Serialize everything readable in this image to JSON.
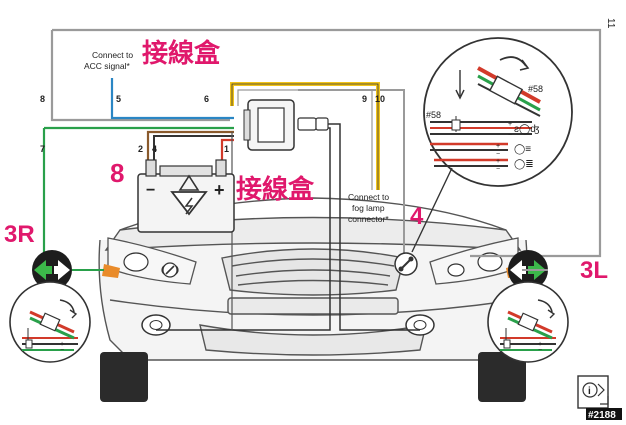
{
  "page": {
    "number": "11",
    "diagram_id": "#2188"
  },
  "labels": {
    "acc": [
      "Connect to",
      "ACC signal*"
    ],
    "fog": [
      "Connect to",
      "fog lamp",
      "connector*"
    ],
    "junction_top": "接線盒",
    "junction_battery": "接線盒"
  },
  "wires": {
    "w1": "1",
    "w2": "2",
    "w4": "4",
    "w5": "5",
    "w6": "6",
    "w7": "7",
    "w8": "8",
    "w9": "9",
    "w10": "10"
  },
  "markers": {
    "left": "3R",
    "right": "3L",
    "battery": "8",
    "fog": "4"
  },
  "detail": {
    "tag_top": "#58",
    "tag_left": "#58"
  },
  "colors": {
    "grey_wire": "#9a9a9a",
    "blue_wire": "#2a86c4",
    "green_wire": "#29a04a",
    "yellow_wire": "#f2c418",
    "red_wire": "#d23a2a",
    "brown_wire": "#8a5a2c",
    "accent_pink": "#e0186c",
    "indicator_green": "#3cb84a"
  }
}
